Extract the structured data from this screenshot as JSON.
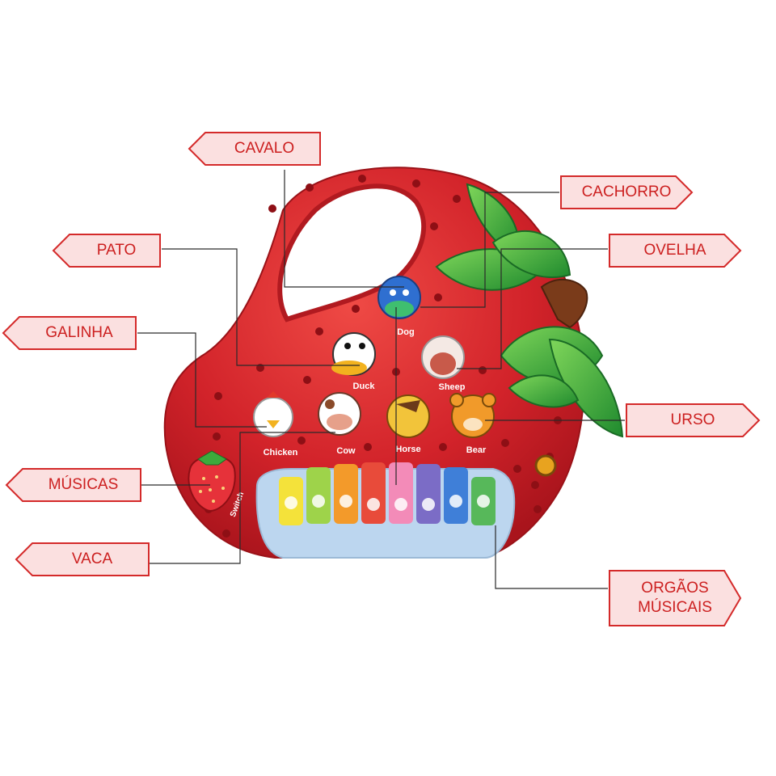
{
  "callouts": {
    "cavalo": "CAVALO",
    "cachorro": "CACHORRO",
    "pato": "PATO",
    "ovelha": "OVELHA",
    "galinha": "GALINHA",
    "urso": "URSO",
    "musicas": "MÚSICAS",
    "vaca": "VACA",
    "orgaos_line1": "ORGÃOS",
    "orgaos_line2": "MÚSICAIS"
  },
  "toy": {
    "buttons": {
      "dog": "Dog",
      "duck": "Duck",
      "sheep": "Sheep",
      "chicken": "Chicken",
      "cow": "Cow",
      "horse": "Horse",
      "bear": "Bear"
    },
    "switch_label": "Switch",
    "key_colors": [
      "#f4e23a",
      "#9ed34a",
      "#f39a2a",
      "#e84b3a",
      "#f38bb8",
      "#7b6cc6",
      "#3f7fd8",
      "#57b85a"
    ]
  },
  "colors": {
    "callout_border": "#d42a2a",
    "callout_fill": "#fbe0e0",
    "callout_text": "#cc1f1f",
    "toy_body": "#d8262a",
    "leaf": "#3caa3c",
    "keyboard_bg": "#bcd6ef"
  },
  "icons": [
    "strawberry-icon",
    "dog-face-icon",
    "duck-face-icon",
    "sheep-face-icon",
    "chicken-face-icon",
    "cow-face-icon",
    "horse-face-icon",
    "bear-face-icon"
  ]
}
